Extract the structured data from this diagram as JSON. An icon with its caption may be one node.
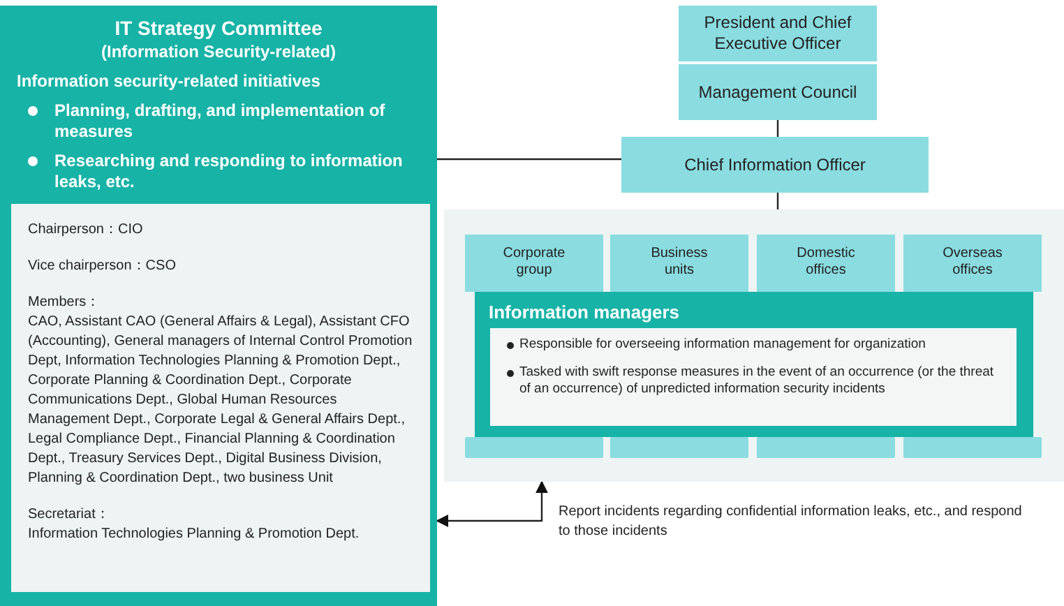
{
  "diagram": {
    "nodes": [
      {
        "text": [
          "IT Strategy Committee",
          "(Information Security-related)",
          "Information security-related initiatives",
          "Planning, drafting, and implementation of measures",
          "Researching and responding to information leaks, etc."
        ]
      },
      {
        "text": [
          "Chairperson：CIO",
          "Vice chairperson：CSO",
          "Members：",
          "CAO, Assistant CAO (General Affairs & Legal), Assistant CFO (Accounting), General managers of Internal Control Promotion Dept, Information Technologies Planning & Promotion Dept., Corporate Planning & Coordination Dept., Corporate Communications Dept., Global Human Resources Management Dept., Corporate Legal & General Affairs Dept., Legal Compliance Dept., Financial Planning & Coordination Dept., Treasury Services Dept., Digital Business Division, Planning & Coordination Dept., two business Unit",
          "Secretariat：",
          "Information Technologies Planning & Promotion Dept."
        ],
        "in": 0
      },
      {
        "text": [
          "President and Chief Executive Officer"
        ]
      },
      {
        "text": [
          "Management Council"
        ]
      },
      {
        "text": [
          "Chief Information Officer"
        ]
      },
      {
        "text": [],
        "shape": "box"
      },
      {
        "text": [
          "Corporate group"
        ],
        "in": 5
      },
      {
        "text": [
          "Business units"
        ],
        "in": 5
      },
      {
        "text": [
          "Domestic offices"
        ],
        "in": 5
      },
      {
        "text": [
          "Overseas offices"
        ],
        "in": 5
      },
      {
        "text": [
          "Information managers"
        ],
        "in": 5
      },
      {
        "text": [],
        "shape": "bar",
        "in": 5
      },
      {
        "text": [],
        "shape": "bar",
        "in": 5
      },
      {
        "text": [],
        "shape": "bar",
        "in": 5
      },
      {
        "text": [],
        "shape": "bar",
        "in": 5
      },
      {
        "text": [
          "Responsible for overseeing information management for organization",
          "Tasked with swift response measures in the event of an occurrence (or the threat of an occurrence) of unpredicted information security incidents"
        ],
        "in": 10
      }
    ],
    "edges": [
      {
        "from": 3,
        "to": 4,
        "arrow": "none"
      },
      {
        "from": 4,
        "to": 5,
        "arrow": "none"
      },
      {
        "from": 0,
        "to": 4,
        "arrow": "none"
      },
      {
        "from": 0,
        "to": 5,
        "arrow": "both",
        "label": "Report incidents regarding confidential information leaks, etc., and respond to those incidents"
      }
    ]
  }
}
